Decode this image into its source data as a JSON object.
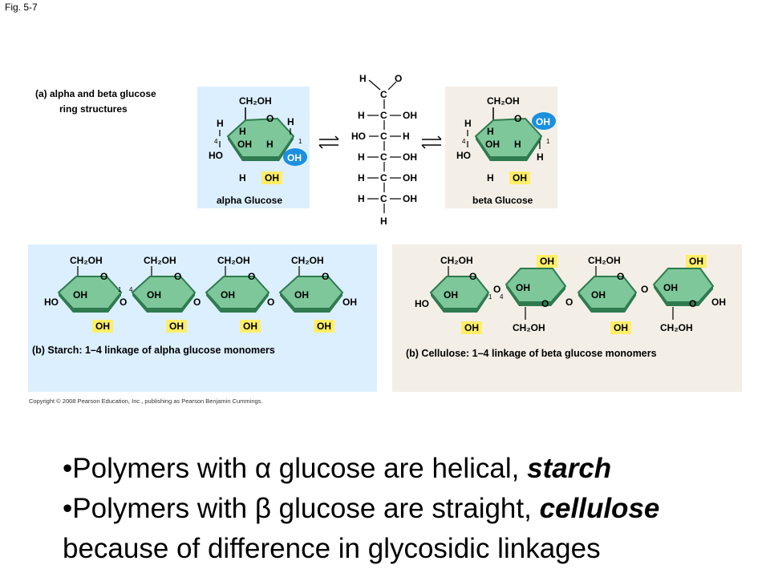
{
  "figure": {
    "label": "Fig. 5-7",
    "caption_a_line1": "(a) alpha and beta glucose",
    "caption_a_line2": "ring structures",
    "alpha_label": "alpha Glucose",
    "beta_label": "beta Glucose",
    "starch_caption": "(b) Starch: 1–4 linkage of  alpha glucose monomers",
    "cellulose_caption": "(b) Cellulose: 1–4 linkage of beta glucose monomers",
    "copyright": "Copyright © 2008 Pearson Education, Inc., publishing as Pearson Benjamin Cummings."
  },
  "atoms": {
    "ch2oh": "CH₂OH",
    "o": "O",
    "h": "H",
    "oh": "OH",
    "ho": "HO",
    "c": "C",
    "n1": "1",
    "n4": "4"
  },
  "bullets": [
    {
      "prefix": "•Polymers with ",
      "symbol": "α",
      "mid": " glucose are helical, ",
      "emph": "starch"
    },
    {
      "prefix": "•Polymers with ",
      "symbol": "β",
      "mid": " glucose are straight, ",
      "emph": "cellulose"
    }
  ],
  "bullet3": " because of difference in glycosidic linkages",
  "colors": {
    "alpha_bg": "#dcefff",
    "starch_bg": "#dcefff",
    "beta_bg": "#f3efe6",
    "ring_fill": "#7dc79a",
    "ring_dark": "#2f7a4f",
    "highlight_yellow": "#ffee66",
    "highlight_blue": "#1b8fe0"
  }
}
